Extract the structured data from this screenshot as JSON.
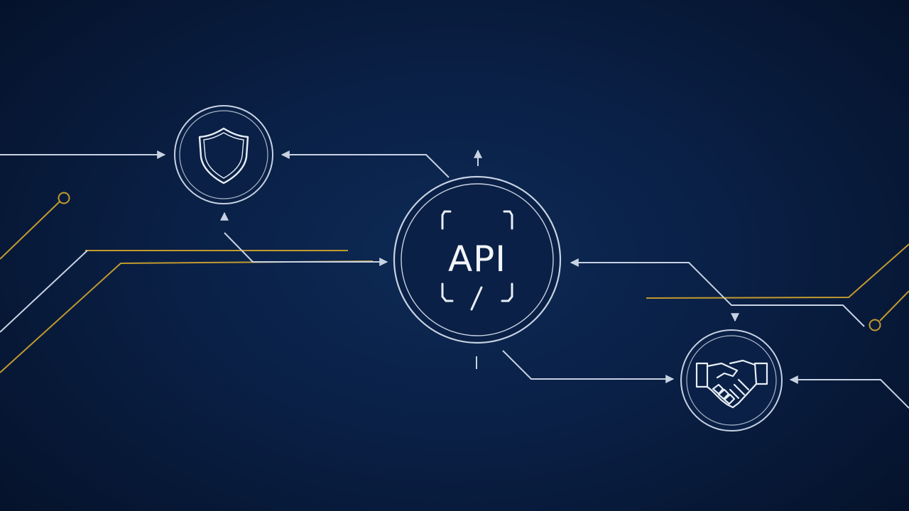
{
  "center_node": {
    "label": "API",
    "icon": "api-bracket-icon"
  },
  "nodes": [
    {
      "id": "security",
      "icon": "shield-icon"
    },
    {
      "id": "partnership",
      "icon": "handshake-icon"
    }
  ],
  "colors": {
    "background": "#0a2046",
    "line_white": "#c7d2e2",
    "line_gold": "#c39a2e"
  }
}
